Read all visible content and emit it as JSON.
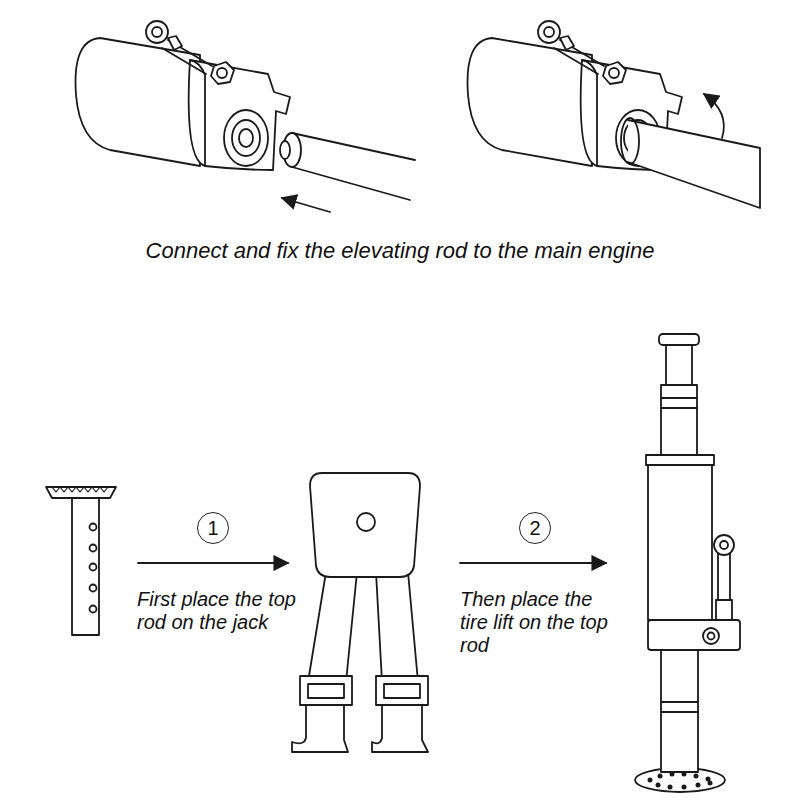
{
  "diagram": {
    "nodes": [
      {
        "text": [
          "1"
        ]
      },
      {
        "text": [
          "2"
        ]
      }
    ],
    "labels": [
      "Connect and fix the elevating rod to the main engine",
      "First place the top rod on the jack",
      "Then place the tire lift on the top rod"
    ]
  }
}
